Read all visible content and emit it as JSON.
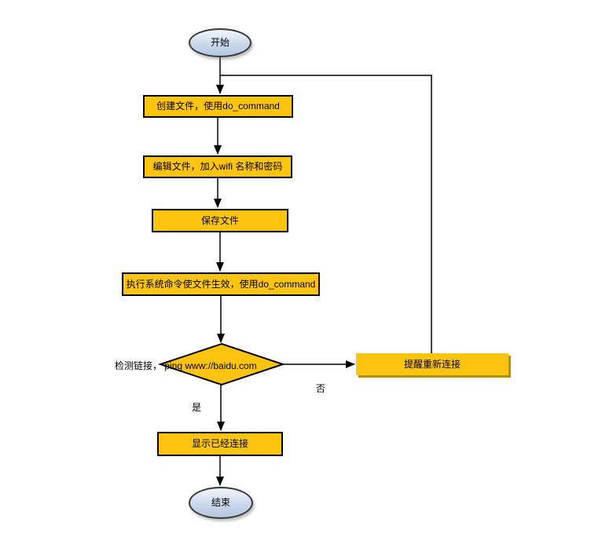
{
  "colors": {
    "node_fill": "#FFC40D",
    "node_border": "#000000",
    "line": "#000000",
    "text": "#000000",
    "terminator_top": "#F2F6FB",
    "terminator_bottom": "#B5C6E0",
    "terminator_border": "#383838",
    "alert_shadow": "#B39000"
  },
  "nodes": {
    "start": {
      "label": "开始",
      "type": "terminator"
    },
    "create_file": {
      "label": "创建文件，使用do_command",
      "type": "process"
    },
    "edit_file": {
      "label": "编辑文件，加入wifi 名称和密码",
      "type": "process"
    },
    "save_file": {
      "label": "保存文件",
      "type": "process"
    },
    "apply_command": {
      "label": "执行系统命令使文件生效，使用do_command",
      "type": "process"
    },
    "check_link": {
      "label": "检测链接， ping www://baidu.com",
      "type": "decision"
    },
    "remind_reconnect": {
      "label": "提醒重新连接",
      "type": "process"
    },
    "show_connected": {
      "label": "显示已经连接",
      "type": "process"
    },
    "end": {
      "label": "结束",
      "type": "terminator"
    }
  },
  "edge_labels": {
    "yes": "是",
    "no": "否"
  }
}
